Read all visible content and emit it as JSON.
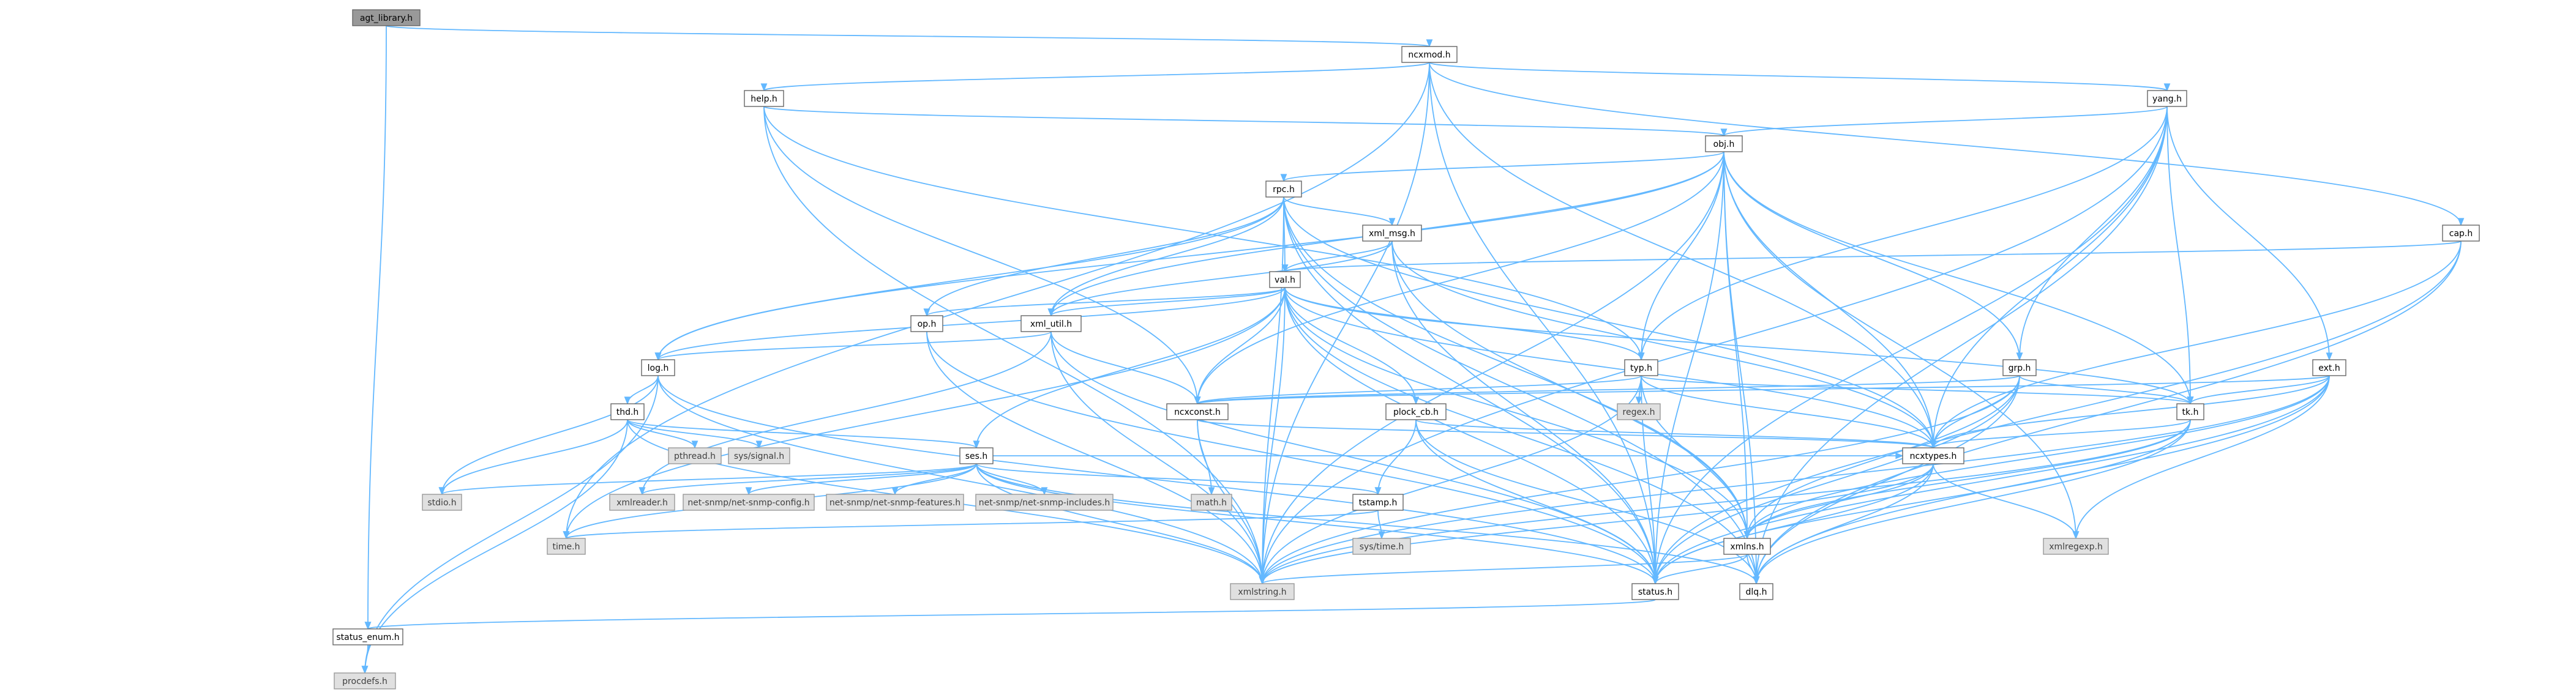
{
  "graph_title": "",
  "colors": {
    "edge": "#63b8ff",
    "node_fill": "#ffffff",
    "node_border": "#666666",
    "external_fill": "#e0e0e0",
    "root_fill": "#999999"
  },
  "nodes": [
    {
      "id": "agt_library",
      "label": "agt_library.h",
      "kind": "root"
    },
    {
      "id": "ncxmod",
      "label": "ncxmod.h",
      "kind": "file"
    },
    {
      "id": "help",
      "label": "help.h",
      "kind": "file"
    },
    {
      "id": "yang",
      "label": "yang.h",
      "kind": "file"
    },
    {
      "id": "obj",
      "label": "obj.h",
      "kind": "file"
    },
    {
      "id": "cap",
      "label": "cap.h",
      "kind": "file"
    },
    {
      "id": "rpc",
      "label": "rpc.h",
      "kind": "file"
    },
    {
      "id": "xml_msg",
      "label": "xml_msg.h",
      "kind": "file"
    },
    {
      "id": "val",
      "label": "val.h",
      "kind": "file"
    },
    {
      "id": "op",
      "label": "op.h",
      "kind": "file"
    },
    {
      "id": "xml_util",
      "label": "xml_util.h",
      "kind": "file"
    },
    {
      "id": "log",
      "label": "log.h",
      "kind": "file"
    },
    {
      "id": "typ",
      "label": "typ.h",
      "kind": "file"
    },
    {
      "id": "grp",
      "label": "grp.h",
      "kind": "file"
    },
    {
      "id": "ext",
      "label": "ext.h",
      "kind": "file"
    },
    {
      "id": "thd",
      "label": "thd.h",
      "kind": "file"
    },
    {
      "id": "ses",
      "label": "ses.h",
      "kind": "file"
    },
    {
      "id": "ncxconst",
      "label": "ncxconst.h",
      "kind": "file"
    },
    {
      "id": "plock_cb",
      "label": "plock_cb.h",
      "kind": "file"
    },
    {
      "id": "tk",
      "label": "tk.h",
      "kind": "file"
    },
    {
      "id": "ncxtypes",
      "label": "ncxtypes.h",
      "kind": "file"
    },
    {
      "id": "tstamp",
      "label": "tstamp.h",
      "kind": "file"
    },
    {
      "id": "xmlns",
      "label": "xmlns.h",
      "kind": "file"
    },
    {
      "id": "status",
      "label": "status.h",
      "kind": "file"
    },
    {
      "id": "dlq",
      "label": "dlq.h",
      "kind": "file"
    },
    {
      "id": "status_enum",
      "label": "status_enum.h",
      "kind": "file"
    },
    {
      "id": "pthread",
      "label": "pthread.h",
      "kind": "external"
    },
    {
      "id": "sys_signal",
      "label": "sys/signal.h",
      "kind": "external"
    },
    {
      "id": "stdio",
      "label": "stdio.h",
      "kind": "external"
    },
    {
      "id": "regex",
      "label": "regex.h",
      "kind": "external"
    },
    {
      "id": "xmlreader",
      "label": "xmlreader.h",
      "kind": "external"
    },
    {
      "id": "snmp_config",
      "label": "net-snmp/net-snmp-config.h",
      "kind": "external"
    },
    {
      "id": "snmp_features",
      "label": "net-snmp/net-snmp-features.h",
      "kind": "external"
    },
    {
      "id": "snmp_includes",
      "label": "net-snmp/net-snmp-includes.h",
      "kind": "external"
    },
    {
      "id": "math",
      "label": "math.h",
      "kind": "external"
    },
    {
      "id": "sys_time",
      "label": "sys/time.h",
      "kind": "external"
    },
    {
      "id": "time",
      "label": "time.h",
      "kind": "external"
    },
    {
      "id": "xmlregexp",
      "label": "xmlregexp.h",
      "kind": "external"
    },
    {
      "id": "xmlstring",
      "label": "xmlstring.h",
      "kind": "external"
    },
    {
      "id": "procdefs",
      "label": "procdefs.h",
      "kind": "external"
    }
  ],
  "edges": [
    [
      "agt_library",
      "ncxmod"
    ],
    [
      "agt_library",
      "status_enum"
    ],
    [
      "ncxmod",
      "help"
    ],
    [
      "ncxmod",
      "yang"
    ],
    [
      "ncxmod",
      "cap"
    ],
    [
      "ncxmod",
      "xmlstring"
    ],
    [
      "ncxmod",
      "time"
    ],
    [
      "ncxmod",
      "ncxtypes"
    ],
    [
      "ncxmod",
      "status"
    ],
    [
      "help",
      "obj"
    ],
    [
      "help",
      "typ"
    ],
    [
      "help",
      "ncxconst"
    ],
    [
      "help",
      "xmlstring"
    ],
    [
      "yang",
      "obj"
    ],
    [
      "yang",
      "typ"
    ],
    [
      "yang",
      "grp"
    ],
    [
      "yang",
      "ext"
    ],
    [
      "yang",
      "tk"
    ],
    [
      "yang",
      "ncxtypes"
    ],
    [
      "yang",
      "xmlstring"
    ],
    [
      "yang",
      "status"
    ],
    [
      "yang",
      "dlq"
    ],
    [
      "cap",
      "val"
    ],
    [
      "cap",
      "ncxtypes"
    ],
    [
      "cap",
      "status"
    ],
    [
      "cap",
      "dlq"
    ],
    [
      "obj",
      "rpc"
    ],
    [
      "obj",
      "xml_util"
    ],
    [
      "obj",
      "log"
    ],
    [
      "obj",
      "typ"
    ],
    [
      "obj",
      "grp"
    ],
    [
      "obj",
      "ncxconst"
    ],
    [
      "obj",
      "tk"
    ],
    [
      "obj",
      "ncxtypes"
    ],
    [
      "obj",
      "xmlns"
    ],
    [
      "obj",
      "xmlregexp"
    ],
    [
      "obj",
      "xmlstring"
    ],
    [
      "obj",
      "status"
    ],
    [
      "obj",
      "dlq"
    ],
    [
      "rpc",
      "xml_msg"
    ],
    [
      "rpc",
      "val"
    ],
    [
      "rpc",
      "op"
    ],
    [
      "rpc",
      "xml_util"
    ],
    [
      "rpc",
      "log"
    ],
    [
      "rpc",
      "ncxtypes"
    ],
    [
      "rpc",
      "xmlns"
    ],
    [
      "rpc",
      "xmlstring"
    ],
    [
      "rpc",
      "status"
    ],
    [
      "rpc",
      "dlq"
    ],
    [
      "xml_msg",
      "val"
    ],
    [
      "xml_msg",
      "xml_util"
    ],
    [
      "xml_msg",
      "ncxtypes"
    ],
    [
      "xml_msg",
      "xmlns"
    ],
    [
      "xml_msg",
      "status"
    ],
    [
      "val",
      "op"
    ],
    [
      "val",
      "xml_util"
    ],
    [
      "val",
      "log"
    ],
    [
      "val",
      "typ"
    ],
    [
      "val",
      "ses"
    ],
    [
      "val",
      "ncxconst"
    ],
    [
      "val",
      "plock_cb"
    ],
    [
      "val",
      "tk"
    ],
    [
      "val",
      "ncxtypes"
    ],
    [
      "val",
      "xmlns"
    ],
    [
      "val",
      "xmlstring"
    ],
    [
      "val",
      "status"
    ],
    [
      "val",
      "dlq"
    ],
    [
      "val",
      "time"
    ],
    [
      "op",
      "xmlstring"
    ],
    [
      "op",
      "status"
    ],
    [
      "xml_util",
      "log"
    ],
    [
      "xml_util",
      "ncxconst"
    ],
    [
      "xml_util",
      "xmlstring"
    ],
    [
      "xml_util",
      "xmlreader"
    ],
    [
      "xml_util",
      "status"
    ],
    [
      "log",
      "thd"
    ],
    [
      "log",
      "stdio"
    ],
    [
      "log",
      "xmlstring"
    ],
    [
      "log",
      "status"
    ],
    [
      "log",
      "procdefs"
    ],
    [
      "thd",
      "ses"
    ],
    [
      "thd",
      "pthread"
    ],
    [
      "thd",
      "sys_signal"
    ],
    [
      "thd",
      "stdio"
    ],
    [
      "thd",
      "xmlstring"
    ],
    [
      "thd",
      "procdefs"
    ],
    [
      "typ",
      "ncxconst"
    ],
    [
      "typ",
      "tk"
    ],
    [
      "typ",
      "ncxtypes"
    ],
    [
      "typ",
      "xmlns"
    ],
    [
      "typ",
      "regex"
    ],
    [
      "typ",
      "xmlstring"
    ],
    [
      "typ",
      "status"
    ],
    [
      "grp",
      "ncxconst"
    ],
    [
      "grp",
      "tk"
    ],
    [
      "grp",
      "ncxtypes"
    ],
    [
      "grp",
      "xmlns"
    ],
    [
      "grp",
      "xmlstring"
    ],
    [
      "grp",
      "status"
    ],
    [
      "grp",
      "dlq"
    ],
    [
      "ext",
      "ncxconst"
    ],
    [
      "ext",
      "tk"
    ],
    [
      "ext",
      "ncxtypes"
    ],
    [
      "ext",
      "xmlns"
    ],
    [
      "ext",
      "xmlregexp"
    ],
    [
      "ext",
      "xmlstring"
    ],
    [
      "ext",
      "status"
    ],
    [
      "ext",
      "dlq"
    ],
    [
      "ses",
      "tstamp"
    ],
    [
      "ses",
      "stdio"
    ],
    [
      "ses",
      "xmlreader"
    ],
    [
      "ses",
      "snmp_config"
    ],
    [
      "ses",
      "snmp_features"
    ],
    [
      "ses",
      "snmp_includes"
    ],
    [
      "ses",
      "time"
    ],
    [
      "ses",
      "ncxtypes"
    ],
    [
      "ses",
      "xmlstring"
    ],
    [
      "ses",
      "status"
    ],
    [
      "ses",
      "dlq"
    ],
    [
      "ncxconst",
      "math"
    ],
    [
      "ncxconst",
      "ncxtypes"
    ],
    [
      "ncxconst",
      "xmlstring"
    ],
    [
      "plock_cb",
      "tstamp"
    ],
    [
      "plock_cb",
      "ncxtypes"
    ],
    [
      "plock_cb",
      "status"
    ],
    [
      "plock_cb",
      "dlq"
    ],
    [
      "tk",
      "ncxtypes"
    ],
    [
      "tk",
      "xmlns"
    ],
    [
      "tk",
      "xmlstring"
    ],
    [
      "tk",
      "status"
    ],
    [
      "tk",
      "dlq"
    ],
    [
      "ncxtypes",
      "xmlregexp"
    ],
    [
      "ncxtypes",
      "xmlns"
    ],
    [
      "ncxtypes",
      "xmlstring"
    ],
    [
      "ncxtypes",
      "status"
    ],
    [
      "ncxtypes",
      "dlq"
    ],
    [
      "tstamp",
      "sys_time"
    ],
    [
      "tstamp",
      "time"
    ],
    [
      "xmlns",
      "xmlstring"
    ],
    [
      "xmlns",
      "status"
    ],
    [
      "xmlns",
      "dlq"
    ],
    [
      "status",
      "status_enum"
    ],
    [
      "status_enum",
      "procdefs"
    ]
  ]
}
